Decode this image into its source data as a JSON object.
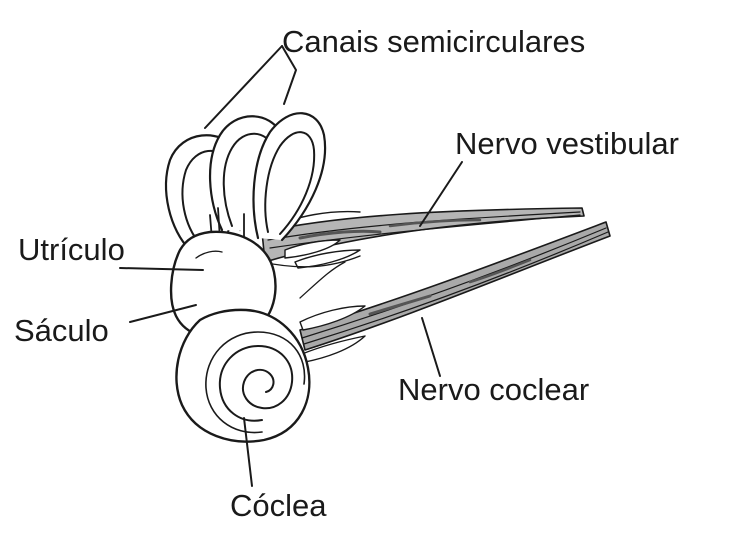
{
  "labels": {
    "canais_semicirculares": "Canais semicirculares",
    "nervo_vestibular": "Nervo vestibular",
    "utriculo": "Utrículo",
    "saculo": "Sáculo",
    "nervo_coclear": "Nervo coclear",
    "coclea": "Cóclea"
  },
  "colors": {
    "ink": "#1a1a1a",
    "fill": "#ffffff",
    "nerve_shade": "#8a8a8a"
  }
}
